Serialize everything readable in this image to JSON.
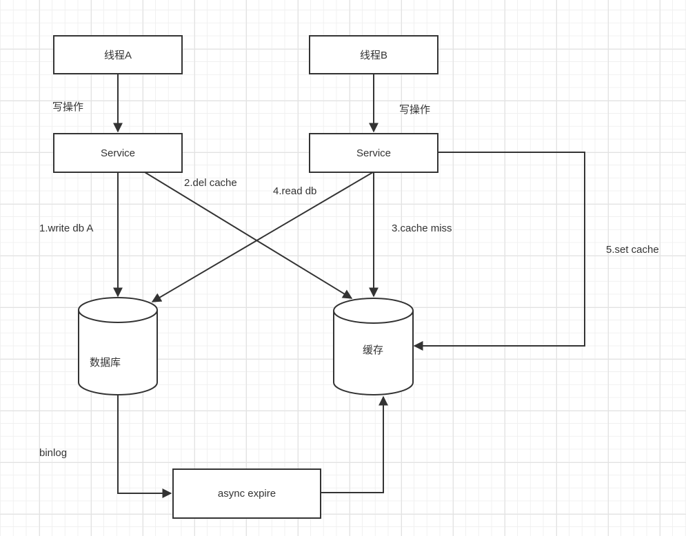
{
  "diagram": {
    "nodes": {
      "thread_a": "线程A",
      "thread_b": "线程B",
      "service_a": "Service",
      "service_b": "Service",
      "database": "数据库",
      "cache": "缓存",
      "async_expire": "async expire"
    },
    "edges": {
      "thread_a_to_service_a": "写操作",
      "thread_b_to_service_b": "写操作",
      "write_db": "1.write db A",
      "del_cache": "2.del cache",
      "cache_miss": "3.cache miss",
      "read_db": "4.read db",
      "set_cache": "5.set cache",
      "binlog": "binlog"
    },
    "colors": {
      "stroke": "#333333",
      "node_fill": "#ffffff",
      "grid_major": "#e2e2e2",
      "grid_minor": "#f0f0f0"
    }
  }
}
